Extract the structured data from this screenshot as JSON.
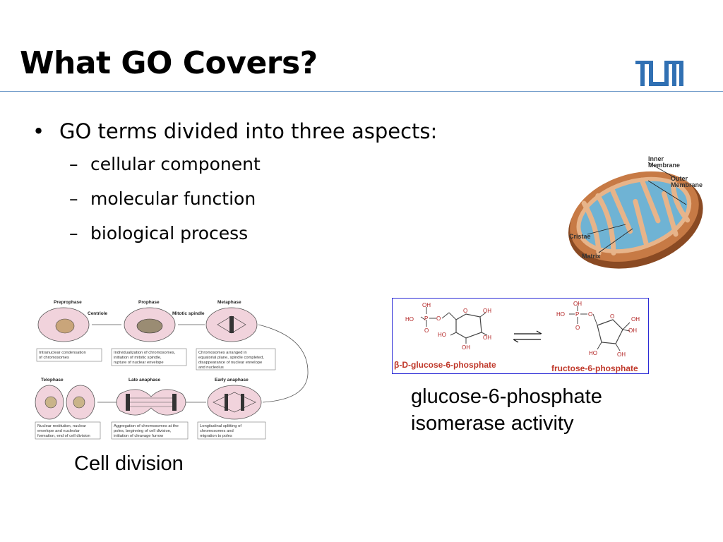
{
  "slide": {
    "title": "What GO Covers?"
  },
  "bullets": {
    "main": "GO terms divided into three aspects:",
    "bullet_glyph": "•",
    "dash_glyph": "–",
    "sub_items": [
      "cellular component",
      "molecular function",
      "biological process"
    ]
  },
  "mitochondrion": {
    "labels": {
      "inner": "Inner Membrane",
      "outer": "Outer Membrane",
      "cristae": "Cristae",
      "matrix": "Matrix"
    }
  },
  "cell_division_diagram": {
    "stages": [
      {
        "name": "Preprophase",
        "desc": [
          "Intranuclear condensation",
          "of chromosomes"
        ]
      },
      {
        "name": "Prophase",
        "desc": [
          "Individualization of chromosomes,",
          "initiation of mitotic spindle,",
          "rupture of nuclear envelope"
        ]
      },
      {
        "name": "Metaphase",
        "desc": [
          "Chromosomes arranged in",
          "equatorial plane, spindle completed,",
          "disappearance of nuclear envelope",
          "and nucleolus"
        ]
      },
      {
        "name": "Telophase",
        "desc": [
          "Nuclear restitution, nuclear",
          "envelope and nucleolar",
          "formation, end of cell division"
        ]
      },
      {
        "name": "Late anaphase",
        "desc": [
          "Aggregation of chromosomes at the",
          "poles, beginning of cell division,",
          "initiation of cleavage furrow"
        ]
      },
      {
        "name": "Early anaphase",
        "desc": [
          "Longitudinal splitting of",
          "chromosomes and",
          "migration to poles"
        ]
      }
    ],
    "callouts": {
      "centriole": "Centriole",
      "spindle": "Mitotic spindle"
    }
  },
  "reaction": {
    "left_compound": "β-D-glucose-6-phosphate",
    "right_compound": "fructose-6-phosphate",
    "atoms": {
      "oh": "OH",
      "ho": "HO",
      "p": "P",
      "o": "O"
    }
  },
  "captions": {
    "cell_division": "Cell division",
    "enzyme_line1": "glucose-6-phosphate",
    "enzyme_line2": "isomerase activity"
  },
  "colors": {
    "title_rule": "#6f9bc9",
    "logo_blue": "#3070b3",
    "chem_border": "#2b2bd6",
    "chem_red": "#b22222"
  }
}
